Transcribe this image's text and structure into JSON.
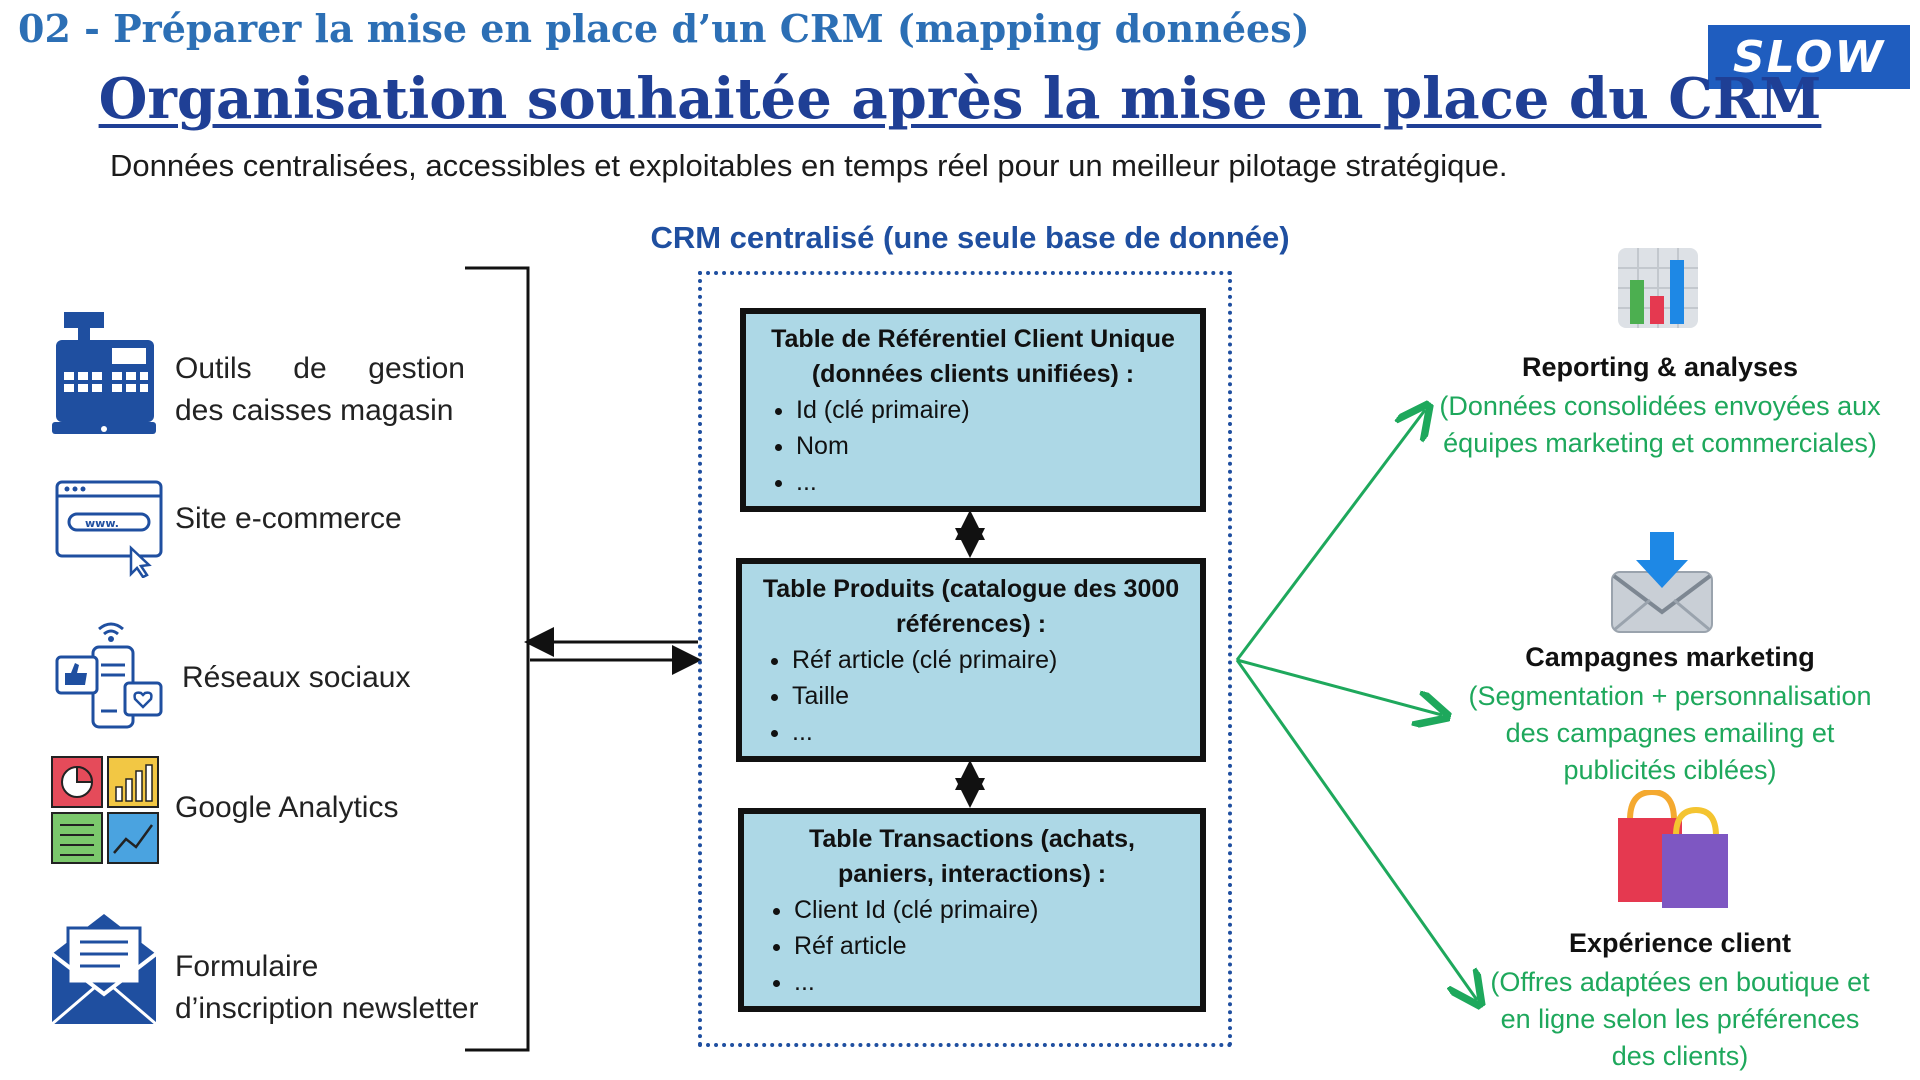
{
  "header": {
    "section_title": "02 - Préparer la mise en place d’un CRM (mapping données)",
    "logo_text": "SLOW",
    "main_title": "Organisation souhaitée après la mise en place du CRM",
    "subtitle": "Données centralisées, accessibles et exploitables en temps réel pour un meilleur pilotage stratégique."
  },
  "sources": [
    {
      "label_line1": "Outils de gestion",
      "label_line2": "des caisses magasin",
      "icon": "cash-register-icon"
    },
    {
      "label_line1": "Site e-commerce",
      "label_line2": "",
      "icon": "website-icon"
    },
    {
      "label_line1": "Réseaux sociaux",
      "label_line2": "",
      "icon": "social-media-icon"
    },
    {
      "label_line1": "Google Analytics",
      "label_line2": "",
      "icon": "analytics-icon"
    },
    {
      "label_line1": "Formulaire",
      "label_line2": "d’inscription newsletter",
      "icon": "newsletter-envelope-icon"
    }
  ],
  "crm": {
    "label": "CRM centralisé (une seule base de donnée)",
    "tables": [
      {
        "title_line1": "Table de Référentiel Client Unique",
        "title_line2": "(données clients unifiées) :",
        "items": [
          "Id (clé primaire)",
          "Nom",
          "..."
        ]
      },
      {
        "title_line1": "Table Produits (catalogue des 3000",
        "title_line2": "références) :",
        "items": [
          "Réf article (clé primaire)",
          "Taille",
          "..."
        ]
      },
      {
        "title_line1": "Table Transactions (achats,",
        "title_line2": "paniers, interactions) :",
        "items": [
          "Client Id (clé primaire)",
          "Réf article",
          "..."
        ]
      }
    ]
  },
  "outputs": [
    {
      "title": "Reporting & analyses",
      "desc": [
        "(Données consolidées envoyées aux",
        "équipes marketing et commerciales)"
      ],
      "icon": "bar-chart-icon"
    },
    {
      "title": "Campagnes marketing",
      "desc": [
        "(Segmentation + personnalisation",
        "des campagnes emailing et",
        "publicités ciblées)"
      ],
      "icon": "email-download-icon"
    },
    {
      "title": "Expérience client",
      "desc": [
        "(Offres adaptées en boutique et",
        "en ligne selon les préférences",
        "des clients)"
      ],
      "icon": "shopping-bags-icon"
    }
  ],
  "colors": {
    "accent_blue": "#1f4fa0",
    "table_fill": "#add8e6",
    "output_green": "#1ea85c",
    "logo_blue": "#1f5dbf"
  }
}
